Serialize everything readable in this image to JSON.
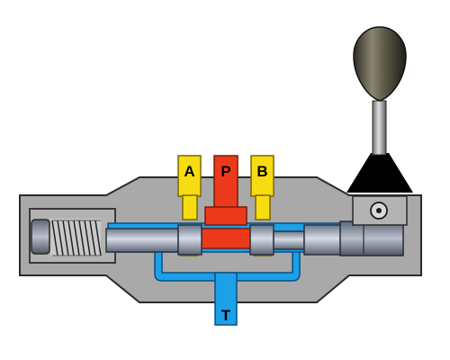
{
  "diagram": {
    "ports": {
      "a": {
        "label": "A"
      },
      "p": {
        "label": "P"
      },
      "b": {
        "label": "B"
      },
      "t": {
        "label": "T"
      }
    }
  },
  "colors": {
    "pressure": "#ee3a1c",
    "work_port": "#f7dc12",
    "tank": "#1ca0e8",
    "body": "#a9a9a9",
    "body_edge": "#2a2a2a",
    "spool": "#9ea7b8",
    "handle_base": "#000000",
    "knob": "#4a4838"
  }
}
